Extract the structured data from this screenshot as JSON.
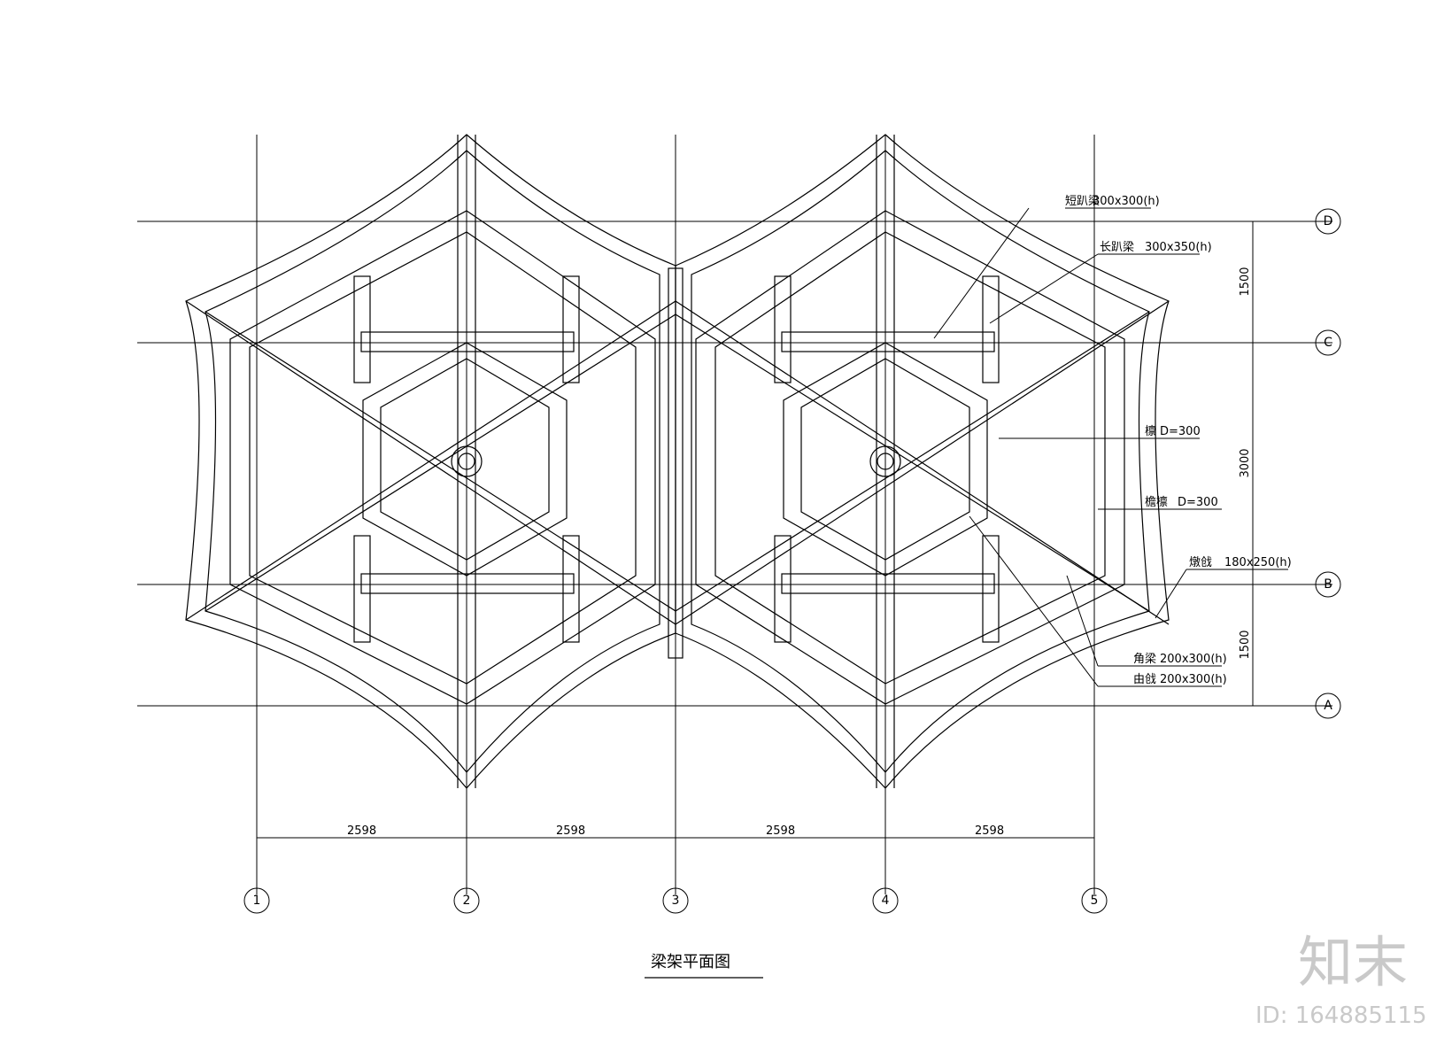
{
  "drawing_title": "梁架平面图",
  "row_axes": [
    "D",
    "C",
    "B",
    "A"
  ],
  "col_axes": [
    "1",
    "2",
    "3",
    "4",
    "5"
  ],
  "col_dims": [
    "2598",
    "2598",
    "2598",
    "2598"
  ],
  "row_dims": [
    "1500",
    "3000",
    "1500"
  ],
  "callouts": [
    {
      "name": "短趴梁",
      "spec": "300x300(h)"
    },
    {
      "name": "长趴梁",
      "spec": "300x350(h)"
    },
    {
      "name": "檩",
      "spec": "D=300"
    },
    {
      "name": "檐檩",
      "spec": "D=300"
    },
    {
      "name": "燉戗",
      "spec": "180x250(h)"
    },
    {
      "name": "角梁",
      "spec": "200x300(h)"
    },
    {
      "name": "由戗",
      "spec": "200x300(h)"
    }
  ],
  "watermark": {
    "logo": "知末",
    "id": "ID: 164885115"
  }
}
